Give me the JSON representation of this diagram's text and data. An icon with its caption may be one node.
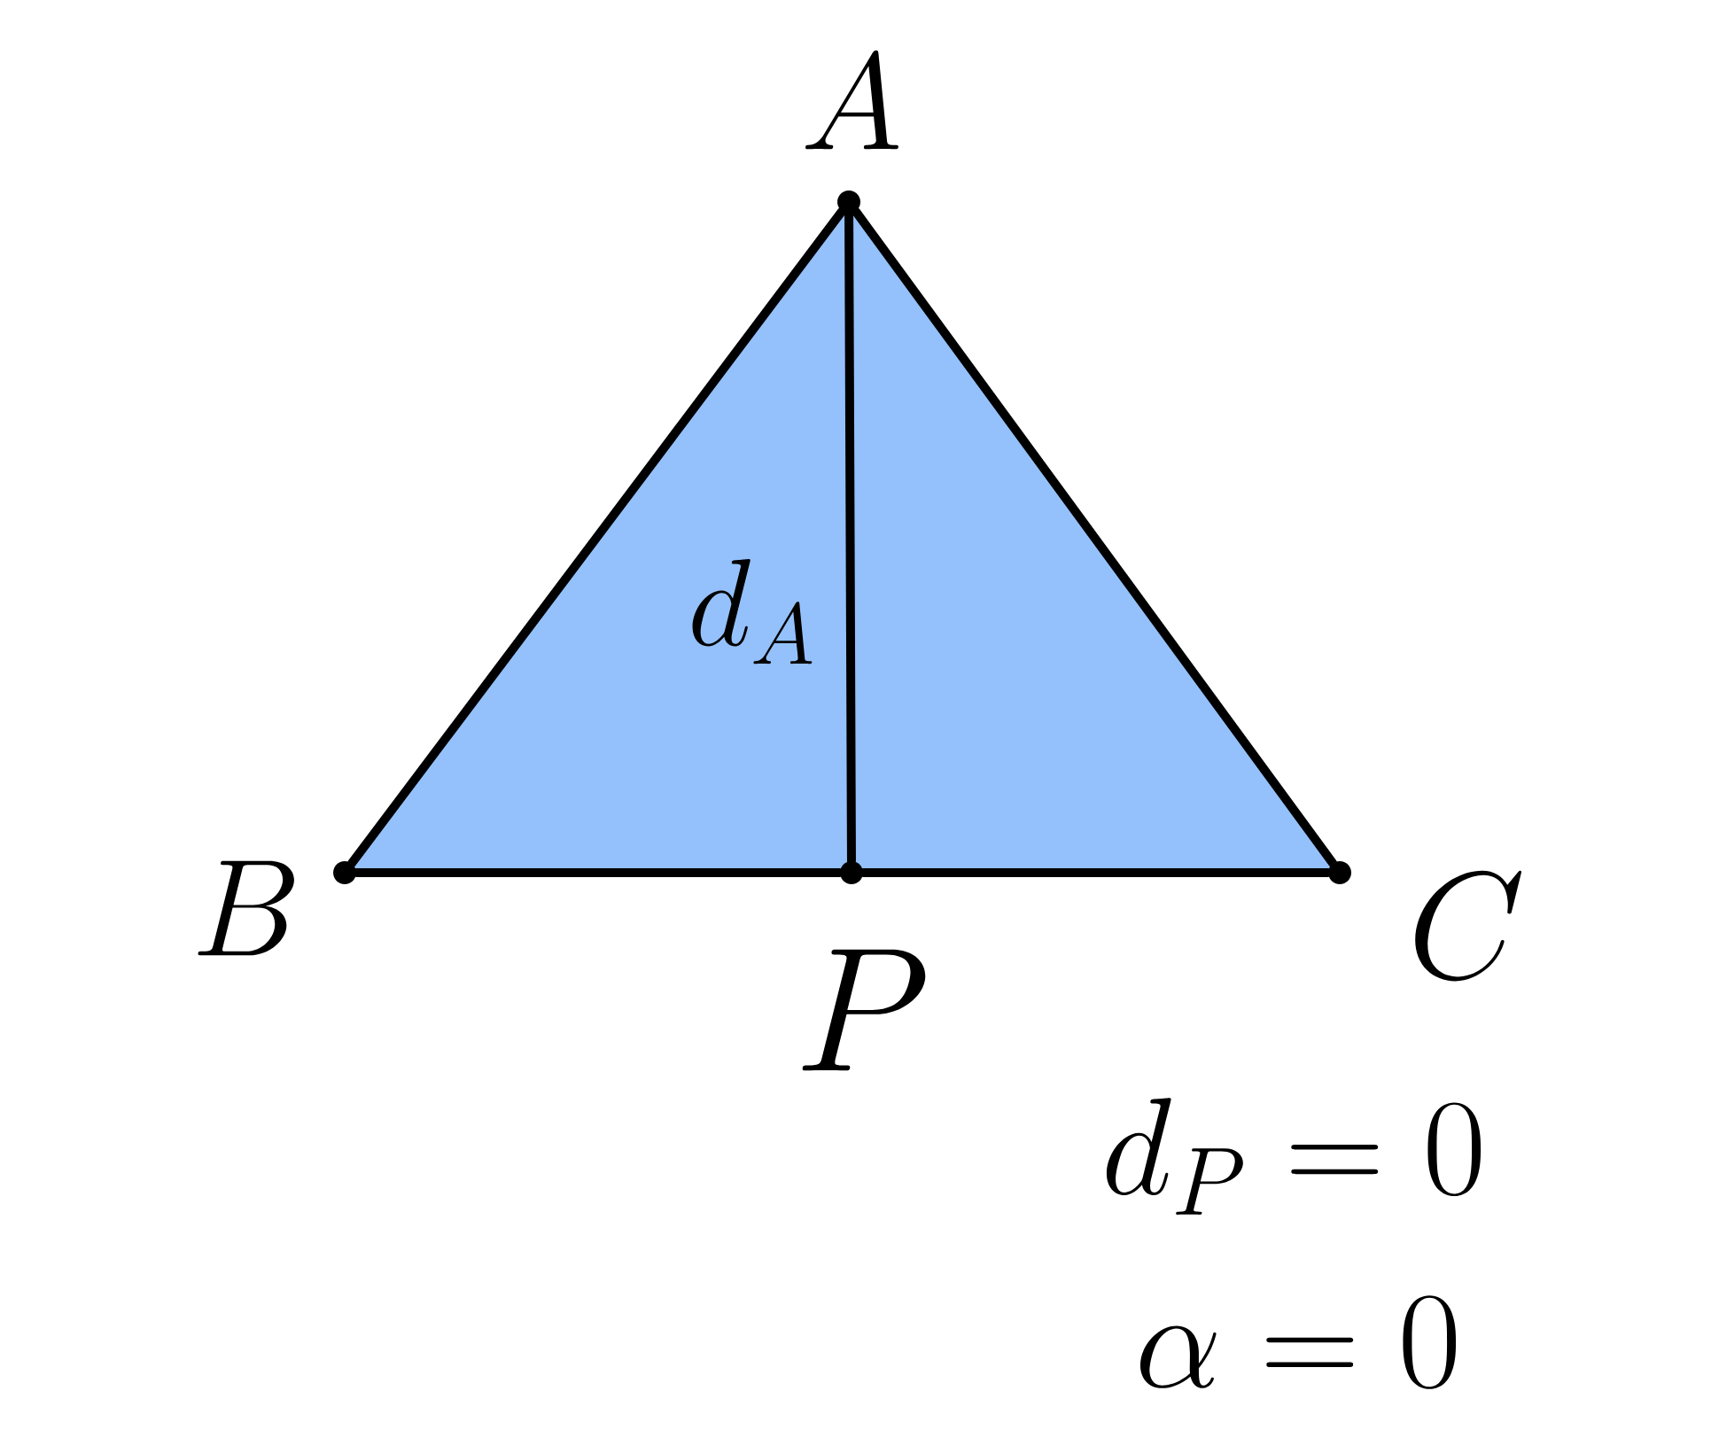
{
  "diagram": {
    "nodes": [
      {
        "text": [],
        "shape": "circle",
        "beside": [
          "A"
        ]
      },
      {
        "text": [],
        "shape": "circle",
        "beside": [
          "B"
        ]
      },
      {
        "text": [],
        "shape": "circle",
        "beside": [
          "P"
        ]
      },
      {
        "text": [],
        "shape": "circle",
        "beside": [
          "C"
        ]
      }
    ],
    "edges": [
      {
        "from": 0,
        "to": 1,
        "arrow": "none"
      },
      {
        "from": 0,
        "to": 3,
        "arrow": "none"
      },
      {
        "from": 1,
        "to": 2,
        "arrow": "none"
      },
      {
        "from": 2,
        "to": 3,
        "arrow": "none"
      },
      {
        "from": 0,
        "to": 2,
        "arrow": "none",
        "label": "d_A"
      }
    ],
    "labels": [
      "d_P = 0",
      "\\alpha = 0"
    ]
  }
}
